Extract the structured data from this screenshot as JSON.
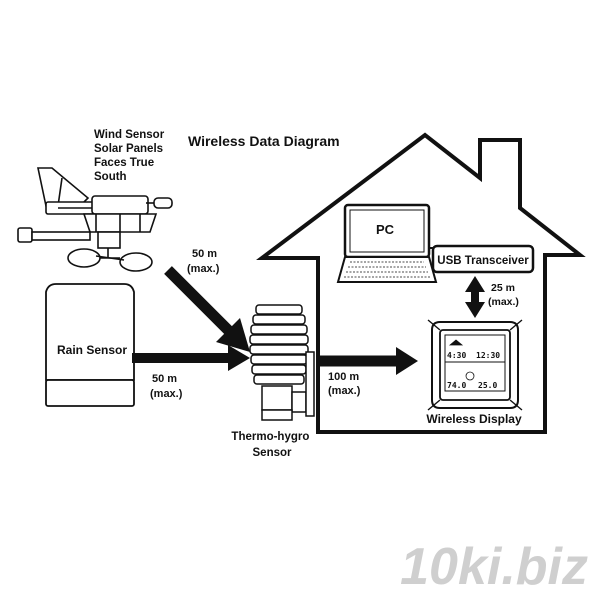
{
  "diagram": {
    "title": "Wireless Data Diagram",
    "wind_sensor": {
      "line1": "Wind Sensor",
      "line2": "Solar Panels",
      "line3": "Faces True",
      "line4": "South"
    },
    "rain_sensor": "Rain Sensor",
    "thermo_hygro": {
      "line1": "Thermo-hygro",
      "line2": "Sensor"
    },
    "pc": "PC",
    "usb_transceiver": "USB Transceiver",
    "wireless_display": "Wireless Display",
    "links": {
      "wind_distance": "50 m",
      "wind_max": "(max.)",
      "rain_distance": "50 m",
      "rain_max": "(max.)",
      "display_distance": "100 m",
      "display_max": "(max.)",
      "usb_distance": "25 m",
      "usb_max": "(max.)"
    },
    "display_screen": {
      "top_left": "4:30",
      "top_right": "12:30",
      "bottom_left": "74.0",
      "bottom_right": "25.0"
    }
  },
  "watermark": "10ki.biz",
  "colors": {
    "ink": "#111111",
    "watermark": "#cfcfcf",
    "background": "#ffffff"
  }
}
